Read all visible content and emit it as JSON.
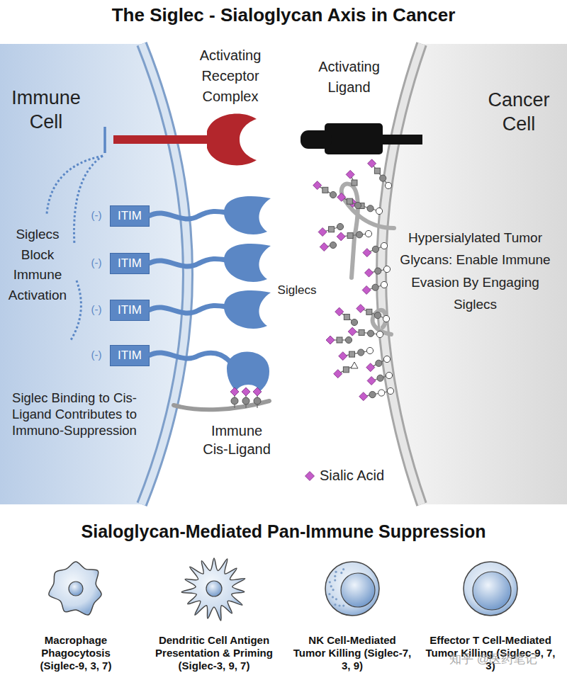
{
  "diagram": {
    "title": "The Siglec - Sialoglycan Axis in Cancer",
    "nodes": [
      {
        "text": [
          "Immune Cell",
          "Siglecs Block Immune Activation",
          "Siglec Binding to Cis-Ligand Contributes to Immuno-Suppression"
        ]
      },
      {
        "text": [
          "ITIM"
        ],
        "in": 0
      },
      {
        "text": [
          "ITIM"
        ],
        "in": 0
      },
      {
        "text": [
          "ITIM"
        ],
        "in": 0
      },
      {
        "text": [
          "ITIM"
        ],
        "in": 0
      },
      {
        "text": [
          "Cancer Cell",
          "Hypersialylated Tumor Glycans: Enable Immune Evasion By Engaging Siglecs"
        ]
      },
      {
        "text": [
          "Macrophage Phagocytosis (Siglec-9, 3, 7)"
        ]
      },
      {
        "text": [
          "Dendritic Cell Antigen Presentation & Priming (Siglec-3, 9, 7)"
        ]
      },
      {
        "text": [
          "NK Cell-Mediated Tumor Killing (Siglec-7, 3, 9)"
        ]
      },
      {
        "text": [
          "Effector T Cell-Mediated Tumor Killing (Siglec-9, 7, 3)"
        ]
      }
    ],
    "labels": [
      "Activating Receptor Complex",
      "Activating Ligand",
      "(-)",
      "(-)",
      "(-)",
      "(-)",
      "Siglecs",
      "Immune Cis-Ligand",
      "Sialoglycan-Mediated Pan-Immune Suppression",
      "知乎 @医药笔记"
    ],
    "legend": [
      {
        "text": "Sialic Acid"
      }
    ]
  }
}
